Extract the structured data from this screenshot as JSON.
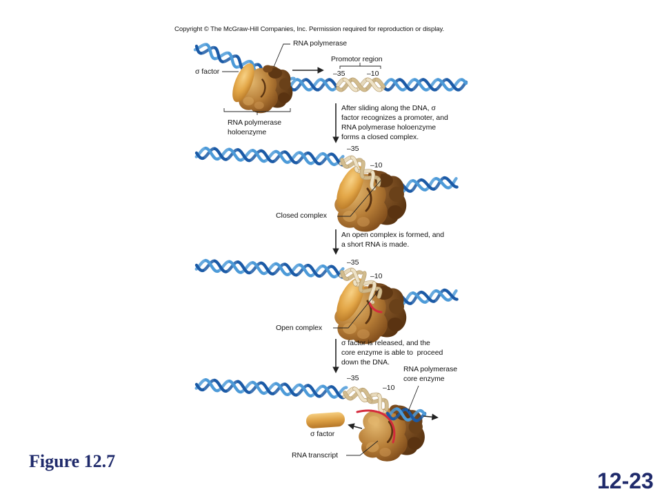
{
  "header": {
    "copyright": "Copyright © The McGraw-Hill Companies, Inc. Permission required for reproduction or display."
  },
  "figure": {
    "label": "Figure 12.7",
    "slide_number": "12-23"
  },
  "holoenzyme_stage": {
    "rna_polymerase_label": "RNA polymerase",
    "sigma_factor_label": "σ factor",
    "promoter_label": "Promotor region",
    "minus35": "–35",
    "minus10": "–10",
    "holoenzyme_label": [
      "RNA polymerase",
      "holoenzyme"
    ]
  },
  "steps": [
    {
      "lines": [
        "After sliding along the DNA, σ",
        "factor recognizes a promoter, and",
        "RNA polymerase holoenzyme",
        "forms a closed complex."
      ]
    },
    {
      "lines": [
        "An open complex is formed, and",
        "a short RNA is made."
      ]
    },
    {
      "lines": [
        "σ factor is released, and the",
        "core enzyme is able to  proceed",
        "down the DNA."
      ]
    }
  ],
  "closed_complex_stage": {
    "minus35": "–35",
    "minus10": "–10",
    "label": "Closed complex"
  },
  "open_complex_stage": {
    "minus35": "–35",
    "minus10": "–10",
    "label": "Open complex"
  },
  "elongation_stage": {
    "core_enzyme_label": [
      "RNA polymerase",
      "core enzyme"
    ],
    "minus35": "–35",
    "minus10": "–10",
    "sigma_factor_label": "σ factor",
    "rna_transcript_label": "RNA transcript"
  },
  "colors": {
    "dna_strand_dark": "#1B5AA6",
    "dna_strand_light": "#4C9AD8",
    "promoter_dark": "#D2BC8E",
    "promoter_light": "#EEE2C6",
    "promoter_outline": "#B79E70",
    "rna_transcript": "#D42A3C",
    "figure_label": "#1F2A6B"
  }
}
